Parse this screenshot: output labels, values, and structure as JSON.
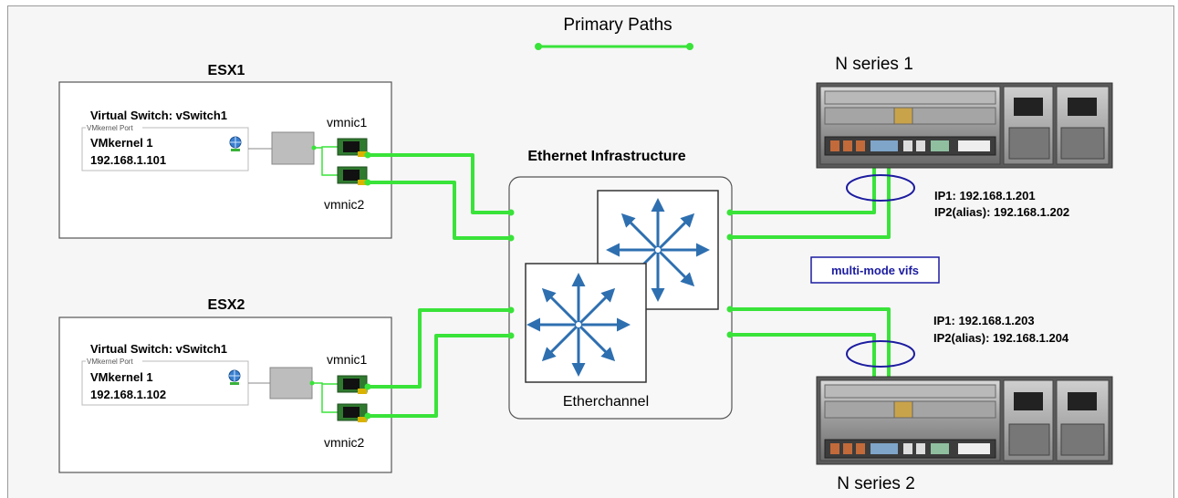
{
  "legend": {
    "label": "Primary Paths",
    "color": "#39e339"
  },
  "hosts": [
    {
      "title": "ESX1",
      "vswitch": "Virtual Switch: vSwitch1",
      "port_caption": "VMkernel Port",
      "vmkernel": "VMkernel 1",
      "ip": "192.168.1.101",
      "nic1": "vmnic1",
      "nic2": "vmnic2"
    },
    {
      "title": "ESX2",
      "vswitch": "Virtual Switch: vSwitch1",
      "port_caption": "VMkernel Port",
      "vmkernel": "VMkernel 1",
      "ip": "192.168.1.102",
      "nic1": "vmnic1",
      "nic2": "vmnic2"
    }
  ],
  "infrastructure": {
    "title": "Ethernet Infrastructure",
    "caption": "Etherchannel"
  },
  "storage": [
    {
      "name": "N series 1",
      "ip1": "IP1: 192.168.1.201",
      "ip2": "IP2(alias):  192.168.1.202"
    },
    {
      "name": "N series 2",
      "ip1": "IP1: 192.168.1.203",
      "ip2": "IP2(alias):  192.168.1.204"
    }
  ],
  "vif_label": "multi-mode vifs",
  "colors": {
    "path": "#39e339",
    "switch_blue": "#2e6fb0",
    "vif_outline": "#1c1ca0"
  }
}
